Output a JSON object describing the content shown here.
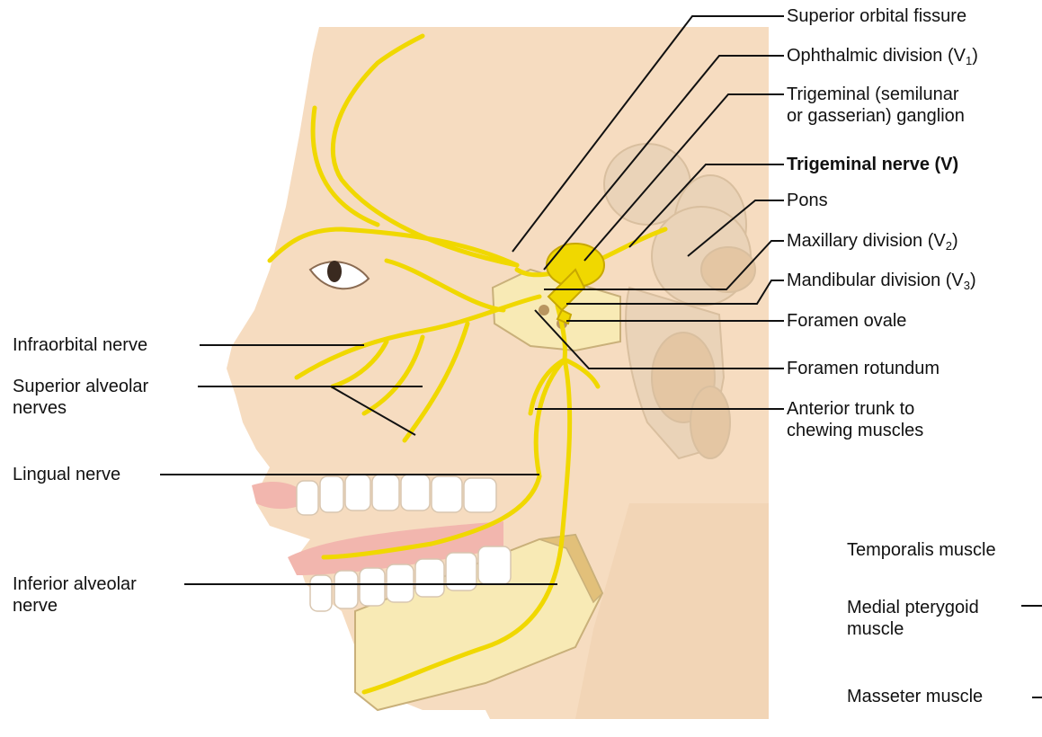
{
  "colors": {
    "skin": "#f6dcc0",
    "skin_shadow": "#ecc8a4",
    "bone": "#f8eab5",
    "nerve": "#f0d800",
    "nerve_edge": "#c8a800",
    "brainstem": "#ead3b8",
    "brainstem_edge": "#d9bf9f",
    "lip": "#f2b6ae",
    "tooth": "#ffffff",
    "leader": "#111111"
  },
  "labels": {
    "superior_orbital_fissure": "Superior orbital fissure",
    "ophthalmic_division": "Ophthalmic division (V",
    "ophthalmic_sub": "1",
    "ophthalmic_close": ")",
    "trigeminal_ganglion_line1": "Trigeminal (semilunar",
    "trigeminal_ganglion_line2": "or gasserian) ganglion",
    "trigeminal_nerve": "Trigeminal nerve (V)",
    "pons": "Pons",
    "maxillary_division": "Maxillary division (V",
    "maxillary_sub": "2",
    "maxillary_close": ")",
    "mandibular_division": "Mandibular division (V",
    "mandibular_sub": "3",
    "mandibular_close": ")",
    "foramen_ovale": "Foramen ovale",
    "foramen_rotundum": "Foramen rotundum",
    "anterior_trunk_line1": "Anterior trunk to",
    "anterior_trunk_line2": "chewing muscles",
    "temporalis_muscle": "Temporalis muscle",
    "medial_pterygoid_line1": "Medial pterygoid",
    "medial_pterygoid_line2": "muscle",
    "masseter_muscle": "Masseter muscle",
    "infraorbital_nerve": "Infraorbital nerve",
    "superior_alveolar_line1": "Superior alveolar",
    "superior_alveolar_line2": "nerves",
    "lingual_nerve": "Lingual nerve",
    "inferior_alveolar_line1": "Inferior alveolar",
    "inferior_alveolar_line2": "nerve"
  }
}
